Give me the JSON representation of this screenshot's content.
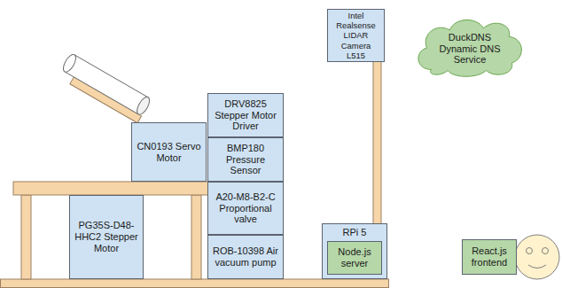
{
  "diagram": {
    "nodes": [
      {
        "text": [
          "Intel Realsense LIDAR Camera L515"
        ]
      },
      {
        "text": [
          "DuckDNS Dynamic DNS Service"
        ]
      },
      {
        "text": [
          "DRV8825 Stepper Motor Driver"
        ]
      },
      {
        "text": [
          "CN0193 Servo Motor"
        ]
      },
      {
        "text": [
          "BMP180 Pressure Sensor"
        ]
      },
      {
        "text": [
          "A20-M8-B2-C Proportional valve"
        ]
      },
      {
        "text": [
          "PG35S-D48-HHC2 Stepper Motor"
        ]
      },
      {
        "text": [
          "RPi 5"
        ]
      },
      {
        "text": [
          "Node.js server"
        ],
        "in": 7
      },
      {
        "text": [
          "ROB-10398 Air vacuum pump"
        ]
      },
      {
        "text": [
          "React.js frontend"
        ]
      }
    ]
  }
}
